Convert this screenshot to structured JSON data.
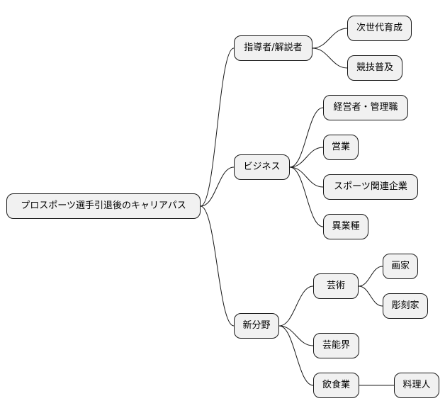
{
  "mindmap": {
    "root": {
      "label": "プロスポーツ選手引退後のキャリアパス"
    },
    "branches": [
      {
        "id": "coach",
        "label": "指導者/解説者",
        "children": [
          {
            "id": "next-gen",
            "label": "次世代育成"
          },
          {
            "id": "spread",
            "label": "競技普及"
          }
        ]
      },
      {
        "id": "business",
        "label": "ビジネス",
        "children": [
          {
            "id": "manager",
            "label": "経営者・管理職"
          },
          {
            "id": "sales",
            "label": "営業"
          },
          {
            "id": "sports-biz",
            "label": "スポーツ関連企業"
          },
          {
            "id": "other-industry",
            "label": "異業種"
          }
        ]
      },
      {
        "id": "new-field",
        "label": "新分野",
        "children": [
          {
            "id": "art",
            "label": "芸術",
            "children": [
              {
                "id": "painter",
                "label": "画家"
              },
              {
                "id": "sculptor",
                "label": "彫刻家"
              }
            ]
          },
          {
            "id": "entertainment",
            "label": "芸能界"
          },
          {
            "id": "food",
            "label": "飲食業",
            "children": [
              {
                "id": "chef",
                "label": "料理人"
              }
            ]
          }
        ]
      }
    ]
  }
}
